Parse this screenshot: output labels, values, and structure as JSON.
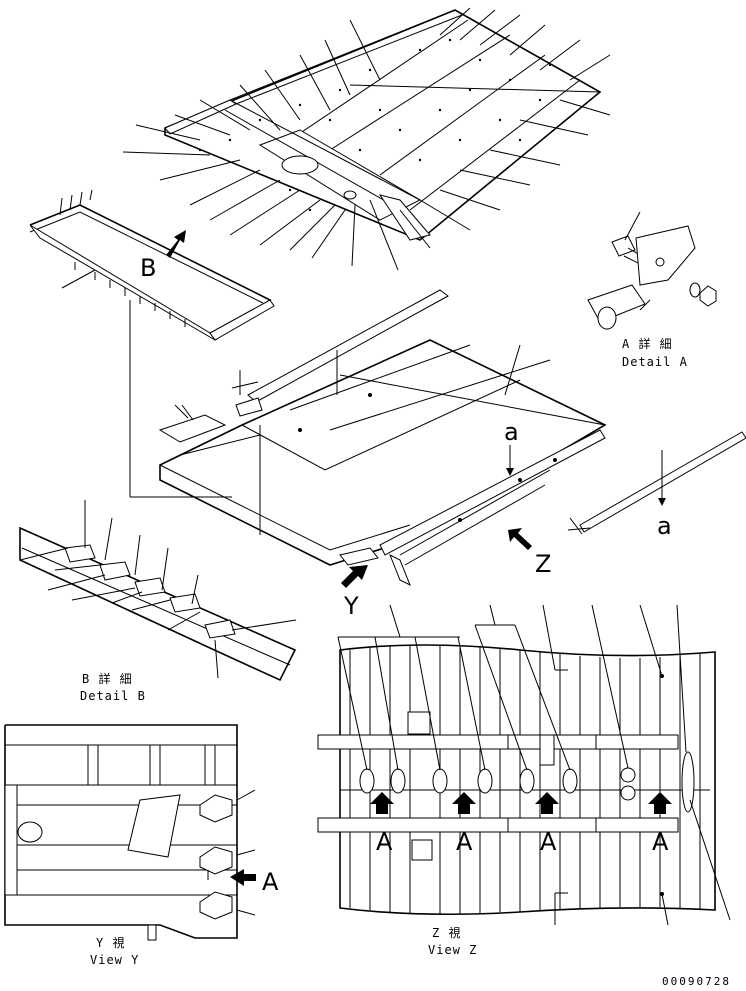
{
  "views": {
    "detail_a": {
      "title": "A 詳 細",
      "subtitle": "Detail A"
    },
    "detail_b": {
      "title": "B 詳 細",
      "subtitle": "Detail B"
    },
    "view_y": {
      "title": "Y 視",
      "subtitle": "View Y"
    },
    "view_z": {
      "title": "Z 視",
      "subtitle": "View Z"
    }
  },
  "view_letters": {
    "b": "B",
    "y": "Y",
    "z": "Z",
    "a_small": "a",
    "a_main": "A"
  },
  "drawing_number": "00090728",
  "icons": [
    "view-arrow-icon",
    "section-arrow-icon"
  ]
}
